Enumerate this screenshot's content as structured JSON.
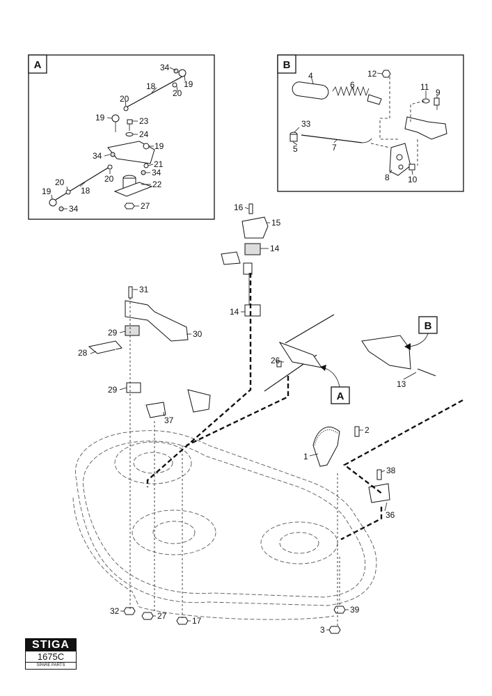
{
  "inset_a": {
    "label": "A",
    "callouts": [
      "34",
      "19",
      "18",
      "20",
      "20",
      "19",
      "23",
      "24",
      "19",
      "34",
      "21",
      "20",
      "34",
      "22",
      "18",
      "20",
      "19",
      "34",
      "27"
    ]
  },
  "inset_b": {
    "label": "B",
    "callouts": [
      "12",
      "4",
      "6",
      "11",
      "9",
      "33",
      "5",
      "7",
      "8",
      "10"
    ]
  },
  "main": {
    "callouts": [
      "16",
      "15",
      "14",
      "14",
      "31",
      "30",
      "29",
      "28",
      "29",
      "37",
      "26",
      "13",
      "2",
      "1",
      "38",
      "36",
      "32",
      "27",
      "17",
      "39",
      "3"
    ],
    "pointer_a": "A",
    "pointer_b": "B"
  },
  "logo": {
    "brand": "STIGA",
    "code": "1675C",
    "subtitle": "SPARE PARTS"
  }
}
